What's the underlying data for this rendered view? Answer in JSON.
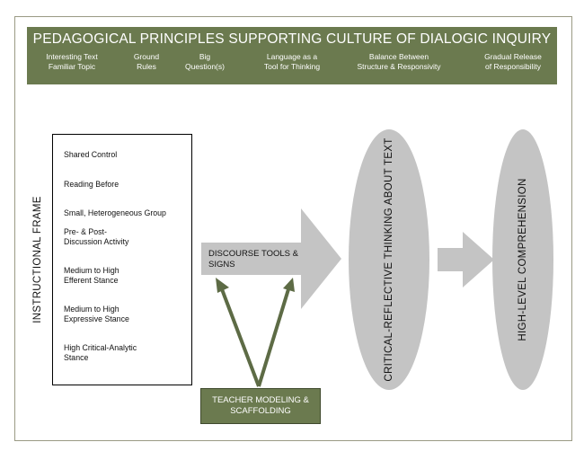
{
  "banner": {
    "title": "PEDAGOGICAL PRINCIPLES SUPPORTING CULTURE OF DIALOGIC INQUIRY",
    "principles": [
      [
        "Interesting Text",
        "Familiar Topic"
      ],
      [
        "Ground",
        "Rules"
      ],
      [
        "Big",
        "Question(s)"
      ],
      [
        "Language as a",
        "Tool for Thinking"
      ],
      [
        "Balance Between",
        "Structure & Responsivity"
      ],
      [
        "Gradual Release",
        "of Responsibility"
      ]
    ]
  },
  "instructional_frame": {
    "label": "INSTRUCTIONAL FRAME",
    "items": [
      [
        "Shared Control"
      ],
      [
        "Reading Before"
      ],
      [
        "Small, Heterogeneous Group"
      ],
      [
        "Pre- & Post-",
        "Discussion Activity"
      ],
      [
        "Medium to High",
        "Efferent Stance"
      ],
      [
        "Medium to High",
        "Expressive Stance"
      ],
      [
        "High Critical-Analytic",
        "Stance"
      ]
    ]
  },
  "discourse_tools": [
    "DISCOURSE TOOLS &",
    "SIGNS"
  ],
  "teacher_modeling": [
    "TEACHER MODELING &",
    "SCAFFOLDING"
  ],
  "critical_reflective": "CRITICAL-REFLECTIVE THINKING ABOUT TEXT",
  "high_level": "HIGH-LEVEL COMPREHENSION",
  "colors": {
    "olive": "#6b7a4f",
    "gray_shape": "#c4c4c4",
    "white": "#ffffff"
  }
}
